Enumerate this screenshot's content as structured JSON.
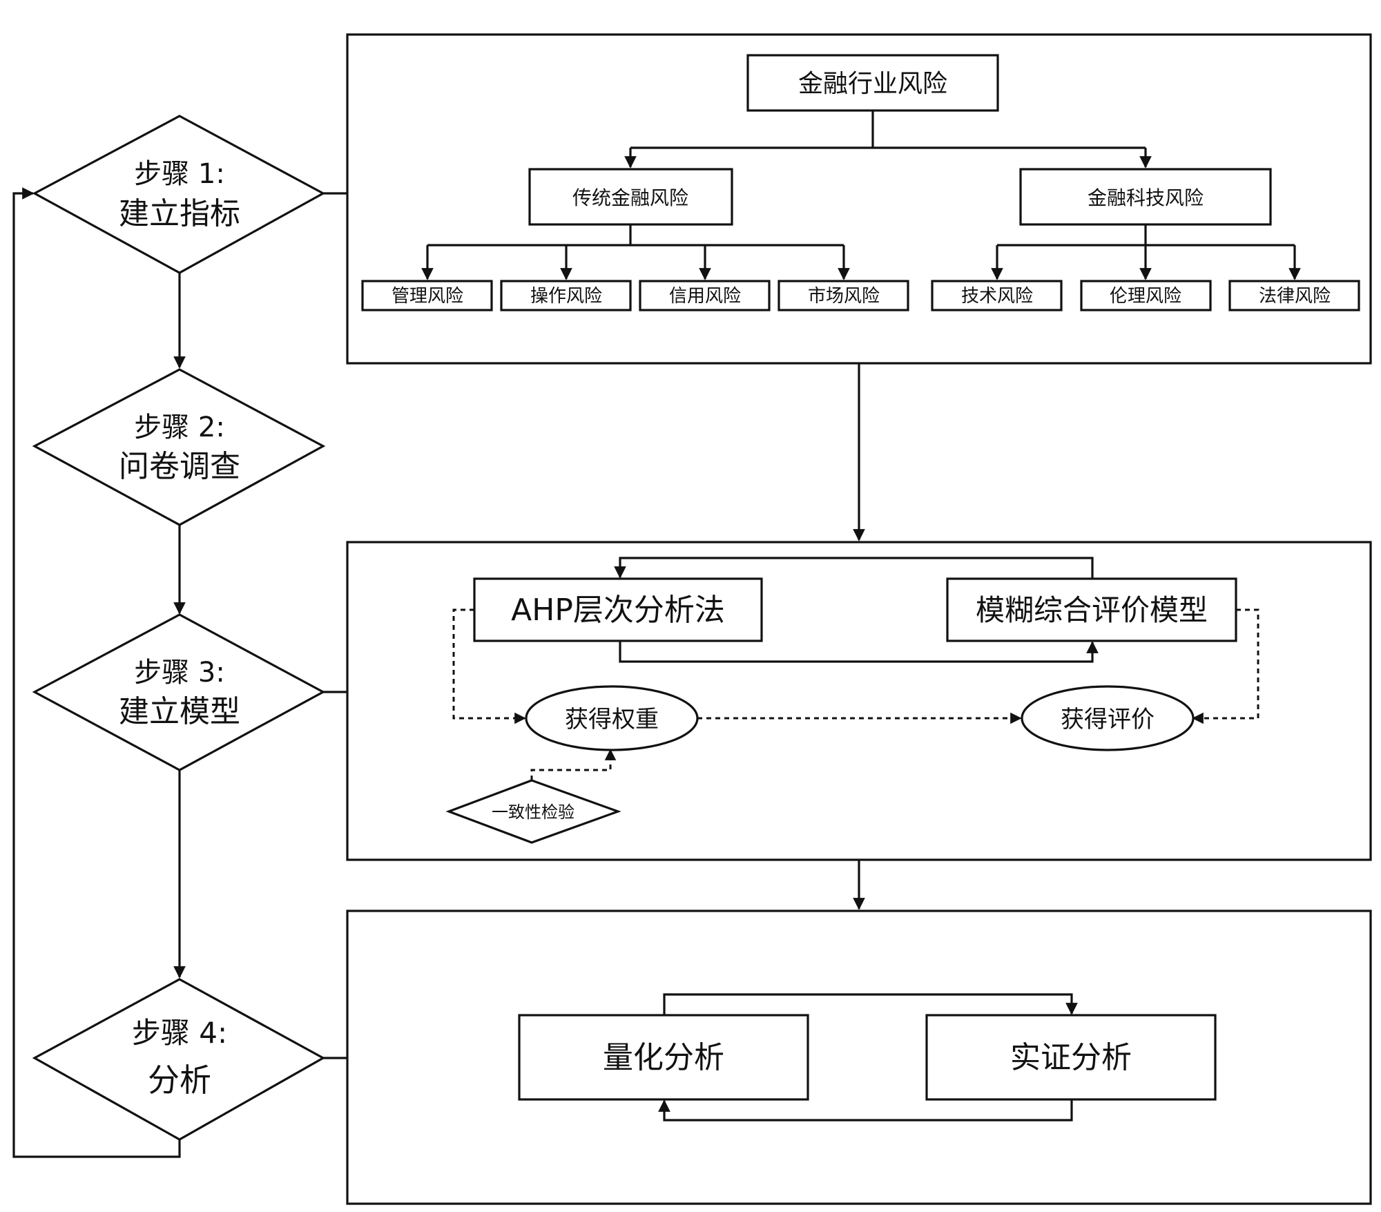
{
  "steps": [
    {
      "line1": "步骤 1:",
      "line2": "建立指标"
    },
    {
      "line1": "步骤 2:",
      "line2": "问卷调查"
    },
    {
      "line1": "步骤 3:",
      "line2": "建立模型"
    },
    {
      "line1": "步骤 4:",
      "line2": "分析"
    }
  ],
  "tree": {
    "root": "金融行业风险",
    "branch_traditional": "传统金融风险",
    "branch_fintech": "金融科技风险",
    "leaves_traditional": [
      "管理风险",
      "操作风险",
      "信用风险",
      "市场风险"
    ],
    "leaves_fintech": [
      "技术风险",
      "伦理风险",
      "法律风险"
    ]
  },
  "model": {
    "ahp": "AHP层次分析法",
    "fuzzy": "模糊综合评价模型",
    "weight": "获得权重",
    "evaluation": "获得评价",
    "consistency": "一致性检验"
  },
  "analysis": {
    "quantitative": "量化分析",
    "empirical": "实证分析"
  }
}
